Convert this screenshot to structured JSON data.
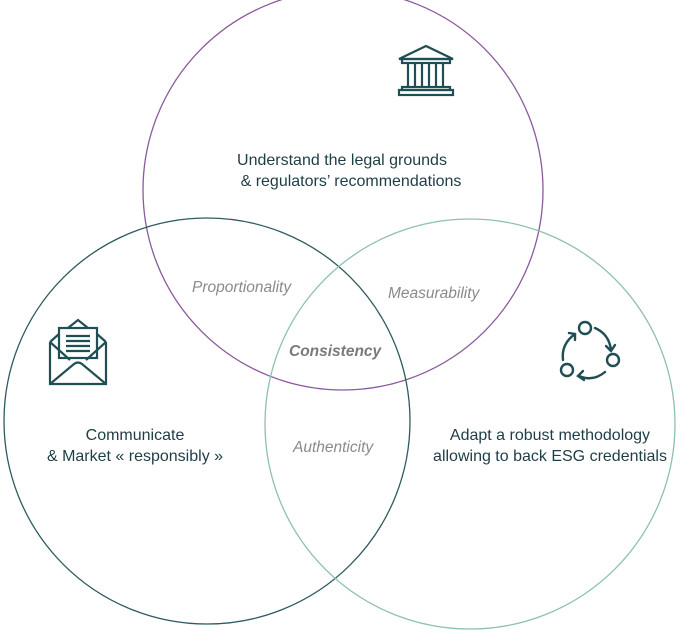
{
  "circles": [
    {
      "id": "legal",
      "label_line1": "Understand the legal grounds",
      "label_line2": "& regulators’ recommendations",
      "icon": "bank-icon",
      "color": "#8b5a9c"
    },
    {
      "id": "communicate",
      "label_line1": "Communicate",
      "label_line2": "& Market « responsibly »",
      "icon": "envelope-icon",
      "color": "#2f5b60"
    },
    {
      "id": "methodology",
      "label_line1": "Adapt a robust methodology",
      "label_line2": "allowing  to back ESG credentials",
      "icon": "cycle-icon",
      "color": "#8ec0b2"
    }
  ],
  "intersections": {
    "legal_communicate": "Proportionality",
    "legal_methodology": "Measurability",
    "communicate_methodology": "Authenticity",
    "center": "Consistency"
  },
  "colors": {
    "text": "#1e3d46",
    "icon": "#1f4f55",
    "muted": "#8a8a8a"
  }
}
